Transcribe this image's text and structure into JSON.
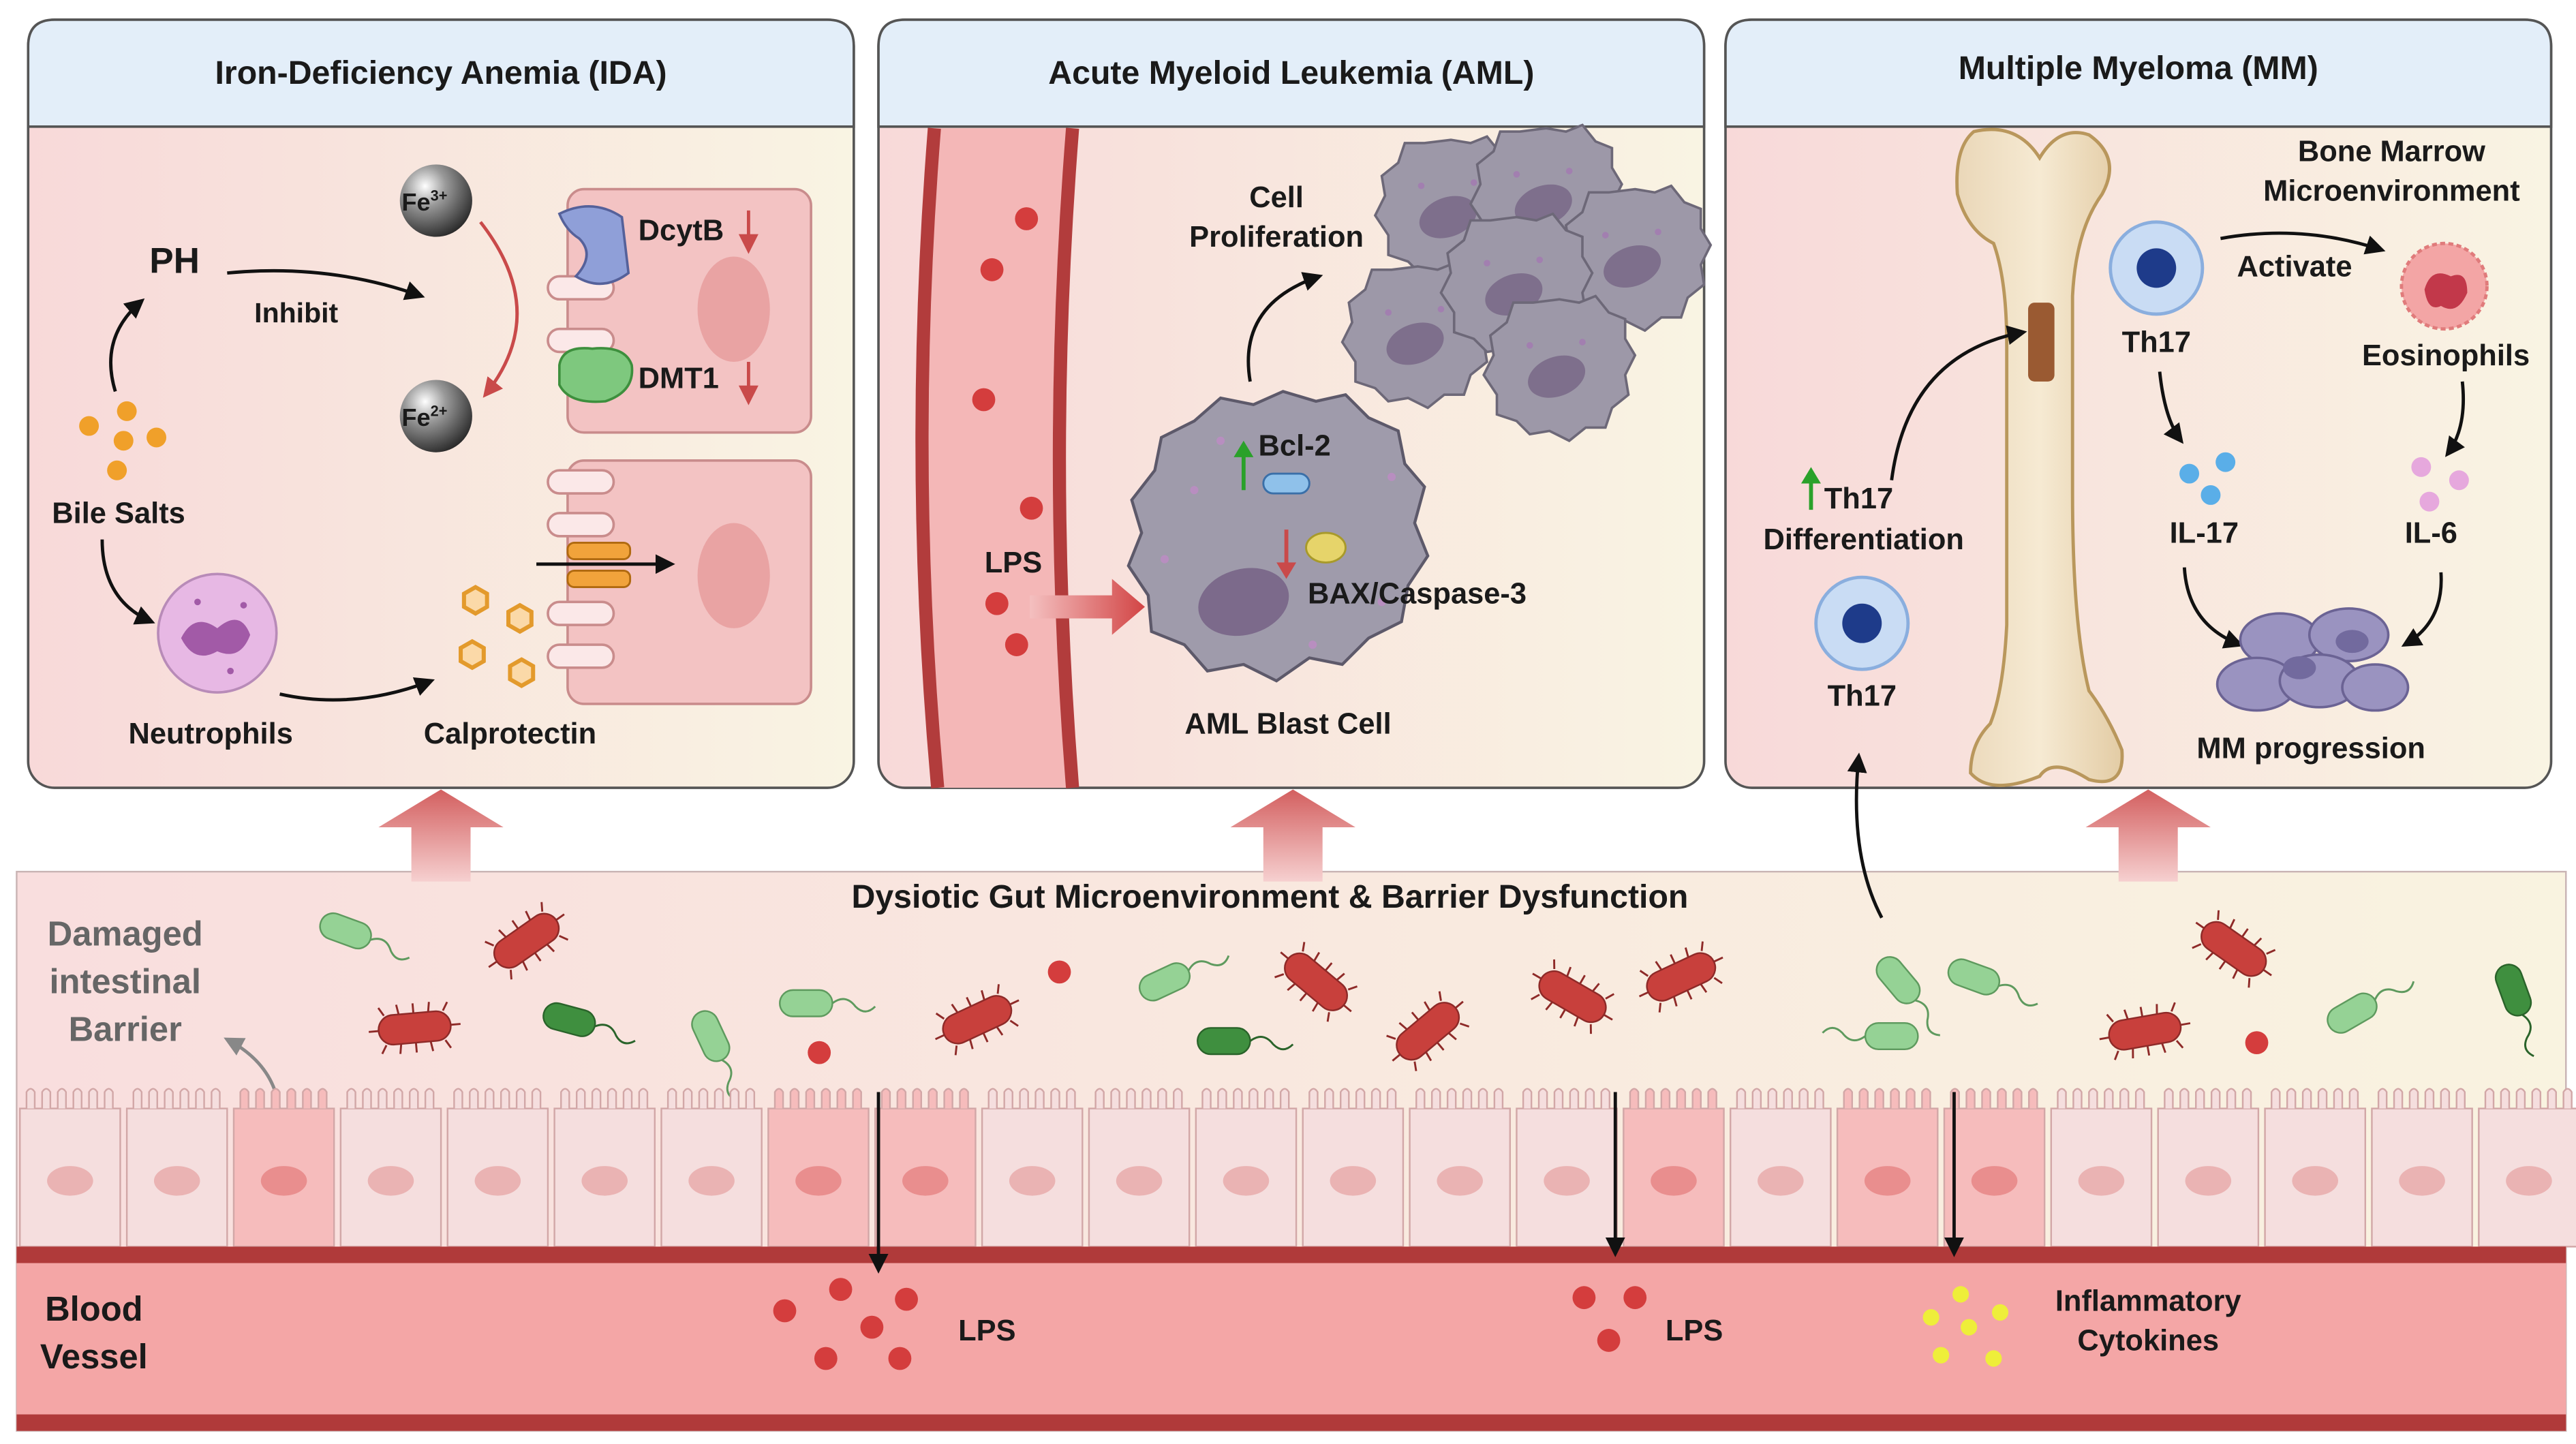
{
  "panels": {
    "ida": {
      "title": "Iron-Deficiency Anemia (IDA)",
      "fe3_base": "Fe",
      "fe3_sup": "3+",
      "fe2_base": "Fe",
      "fe2_sup": "2+",
      "dcytb": "DcytB",
      "dmt1": "DMT1",
      "ph": "PH",
      "inhibit": "Inhibit",
      "bile_salts": "Bile Salts",
      "neutrophils": "Neutrophils",
      "calprotectin": "Calprotectin"
    },
    "aml": {
      "title": "Acute Myeloid Leukemia (AML)",
      "cell_proliferation_1": "Cell",
      "cell_proliferation_2": "Proliferation",
      "bcl2": "Bcl-2",
      "bax": "BAX/Caspase-3",
      "lps": "LPS",
      "blast_cell": "AML Blast Cell"
    },
    "mm": {
      "title": "Multiple Myeloma (MM)",
      "bone_marrow_1": "Bone Marrow",
      "bone_marrow_2": "Microenvironment",
      "th17_top": "Th17",
      "activate": "Activate",
      "eosinophils": "Eosinophils",
      "th17_diff_1": "Th17",
      "th17_diff_2": "Differentiation",
      "il17": "IL-17",
      "il6": "IL-6",
      "th17_bottom": "Th17",
      "mm_progression": "MM progression"
    }
  },
  "gut": {
    "title": "Dysiotic Gut Microenvironment & Barrier Dysfunction",
    "damaged_1": "Damaged",
    "damaged_2": "intestinal",
    "damaged_3": "Barrier"
  },
  "blood": {
    "label_1": "Blood",
    "label_2": "Vessel",
    "lps_1": "LPS",
    "lps_2": "LPS",
    "cytokines_1": "Inflammatory",
    "cytokines_2": "Cytokines"
  },
  "colors": {
    "panel_header": "#e3eef9",
    "panel_body_left": "#f8dcdc",
    "panel_body_right": "#f9f3e2",
    "big_arrow": "#d96a6a",
    "lps_red": "#d43d3d",
    "blood": "#f4a6a6",
    "blood_dark": "#b03a3a",
    "bacteria_red": "#c8403c",
    "bacteria_green": "#8fcf8f"
  }
}
